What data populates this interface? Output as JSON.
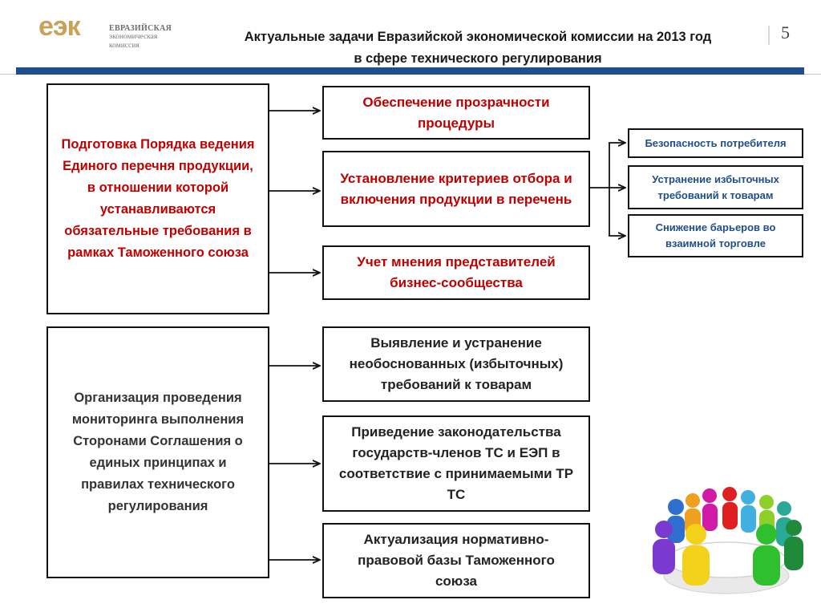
{
  "logo": {
    "mark": "еэк",
    "line1": "ЕВРАЗИЙСКАЯ",
    "line2": "экономическая",
    "line3": "комиссия"
  },
  "header": {
    "title_line1": "Актуальные задачи Евразийской экономической комиссии на 2013 год",
    "title_line2": "в сфере технического регулирования",
    "page_number": "5"
  },
  "left_boxes": [
    {
      "text": "Подготовка Порядка ведения Единого перечня продукции, в отношении которой устанавливаются обязательные требования в рамках Таможенного союза"
    },
    {
      "text": "Организация проведения мониторинга выполнения Сторонами Соглашения о единых принципах и правилах технического регулирования"
    }
  ],
  "middle_boxes": [
    {
      "text": "Обеспечение прозрачности процедуры"
    },
    {
      "text": "Установление критериев отбора и включения продукции в перечень"
    },
    {
      "text": "Учет мнения представителей бизнес-сообщества"
    },
    {
      "text": "Выявление и устранение необоснованных (избыточных) требований к товарам"
    },
    {
      "text": "Приведение законодательства государств-членов ТС и ЕЭП в соответствие с принимаемыми ТР ТС"
    },
    {
      "text": "Актуализация нормативно-правовой базы Таможенного союза"
    }
  ],
  "right_boxes": [
    {
      "text": "Безопасность потребителя"
    },
    {
      "text": "Устранение избыточных требований к товарам"
    },
    {
      "text": "Снижение барьеров во взаимной торговле"
    }
  ],
  "colors": {
    "accent_red": "#c00000",
    "header_bar": "#1f4e8c",
    "right_text": "#1f4e8c",
    "logo": "#c9a25a"
  }
}
